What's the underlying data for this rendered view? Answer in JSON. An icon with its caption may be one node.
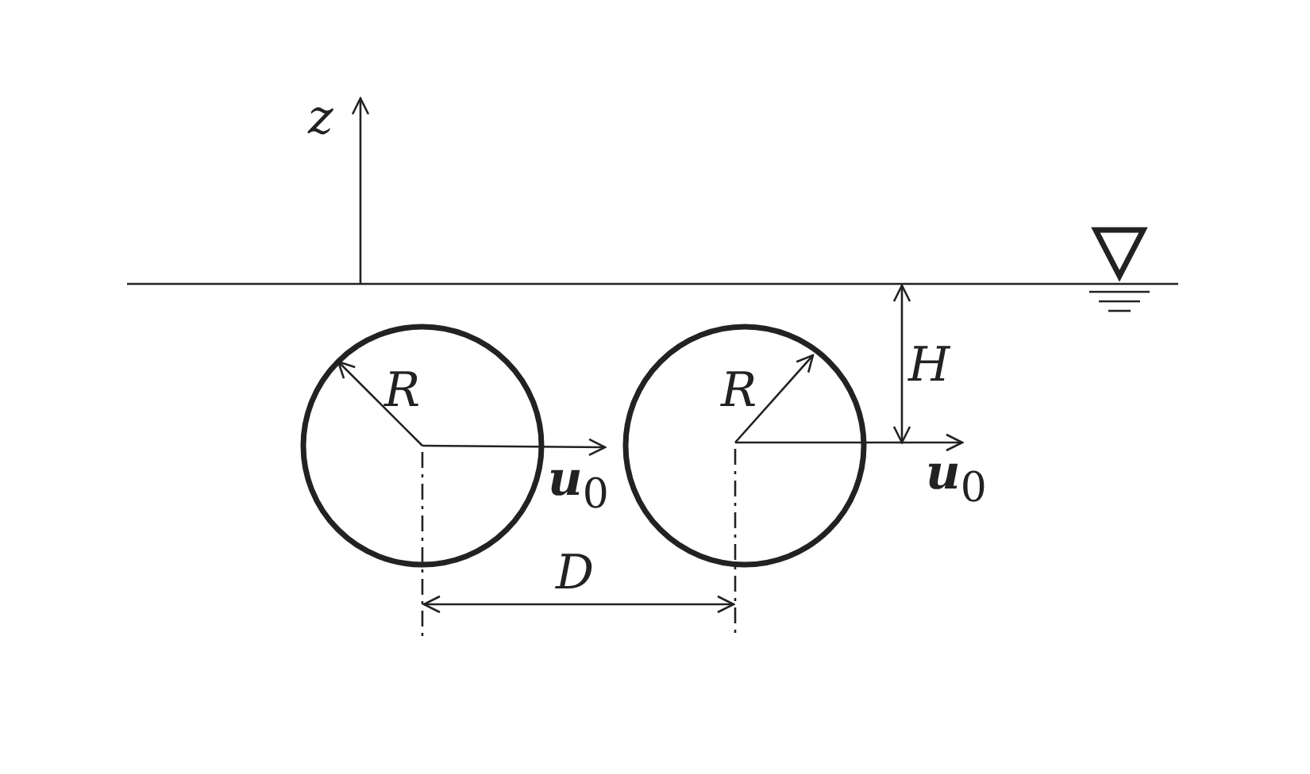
{
  "diagram": {
    "labels": [
      "z",
      "H",
      "R",
      "R",
      "**u**$_{0}$",
      "**u**$_{0}$",
      "D"
    ]
  }
}
